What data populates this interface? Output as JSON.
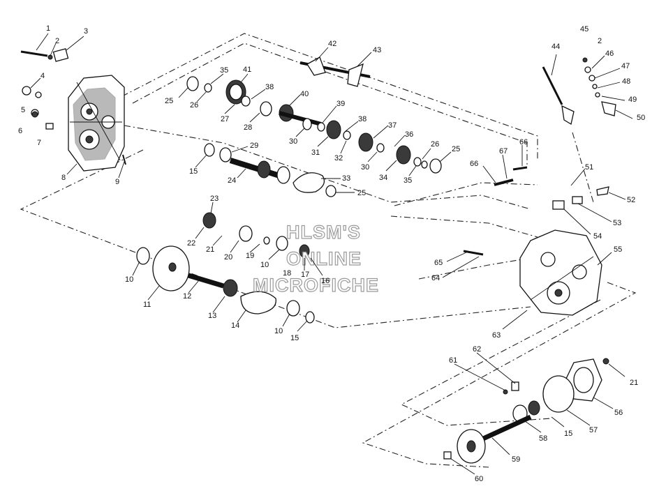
{
  "watermark": {
    "line1": "HLSM'S",
    "line2": "ONLINE",
    "line3": "MICROFICHE"
  },
  "callouts": [
    {
      "id": "c1",
      "text": "1"
    },
    {
      "id": "c2a",
      "text": "2"
    },
    {
      "id": "c3",
      "text": "3"
    },
    {
      "id": "c4",
      "text": "4"
    },
    {
      "id": "c5",
      "text": "5"
    },
    {
      "id": "c6",
      "text": "6"
    },
    {
      "id": "c7",
      "text": "7"
    },
    {
      "id": "c8",
      "text": "8"
    },
    {
      "id": "c9",
      "text": "9"
    },
    {
      "id": "c10a",
      "text": "10"
    },
    {
      "id": "c10b",
      "text": "10"
    },
    {
      "id": "c10c",
      "text": "10"
    },
    {
      "id": "c11",
      "text": "11"
    },
    {
      "id": "c12",
      "text": "12"
    },
    {
      "id": "c13",
      "text": "13"
    },
    {
      "id": "c14",
      "text": "14"
    },
    {
      "id": "c15a",
      "text": "15"
    },
    {
      "id": "c15b",
      "text": "15"
    },
    {
      "id": "c15c",
      "text": "15"
    },
    {
      "id": "c16",
      "text": "16"
    },
    {
      "id": "c17",
      "text": "17"
    },
    {
      "id": "c18",
      "text": "18"
    },
    {
      "id": "c19",
      "text": "19"
    },
    {
      "id": "c20",
      "text": "20"
    },
    {
      "id": "c21a",
      "text": "21"
    },
    {
      "id": "c21b",
      "text": "21"
    },
    {
      "id": "c22",
      "text": "22"
    },
    {
      "id": "c23",
      "text": "23"
    },
    {
      "id": "c24",
      "text": "24"
    },
    {
      "id": "c25a",
      "text": "25"
    },
    {
      "id": "c25b",
      "text": "25"
    },
    {
      "id": "c25c",
      "text": "25"
    },
    {
      "id": "c26a",
      "text": "26"
    },
    {
      "id": "c26b",
      "text": "26"
    },
    {
      "id": "c27",
      "text": "27"
    },
    {
      "id": "c28",
      "text": "28"
    },
    {
      "id": "c29",
      "text": "29"
    },
    {
      "id": "c30a",
      "text": "30"
    },
    {
      "id": "c30b",
      "text": "30"
    },
    {
      "id": "c31",
      "text": "31"
    },
    {
      "id": "c32",
      "text": "32"
    },
    {
      "id": "c33",
      "text": "33"
    },
    {
      "id": "c34",
      "text": "34"
    },
    {
      "id": "c35a",
      "text": "35"
    },
    {
      "id": "c35b",
      "text": "35"
    },
    {
      "id": "c36",
      "text": "36"
    },
    {
      "id": "c37",
      "text": "37"
    },
    {
      "id": "c38a",
      "text": "38"
    },
    {
      "id": "c38b",
      "text": "38"
    },
    {
      "id": "c39",
      "text": "39"
    },
    {
      "id": "c40",
      "text": "40"
    },
    {
      "id": "c41",
      "text": "41"
    },
    {
      "id": "c42",
      "text": "42"
    },
    {
      "id": "c43",
      "text": "43"
    },
    {
      "id": "c44",
      "text": "44"
    },
    {
      "id": "c45",
      "text": "45"
    },
    {
      "id": "c2b",
      "text": "2"
    },
    {
      "id": "c46",
      "text": "46"
    },
    {
      "id": "c47",
      "text": "47"
    },
    {
      "id": "c48",
      "text": "48"
    },
    {
      "id": "c49",
      "text": "49"
    },
    {
      "id": "c50",
      "text": "50"
    },
    {
      "id": "c51",
      "text": "51"
    },
    {
      "id": "c52",
      "text": "52"
    },
    {
      "id": "c53",
      "text": "53"
    },
    {
      "id": "c54",
      "text": "54"
    },
    {
      "id": "c55",
      "text": "55"
    },
    {
      "id": "c56",
      "text": "56"
    },
    {
      "id": "c57",
      "text": "57"
    },
    {
      "id": "c58",
      "text": "58"
    },
    {
      "id": "c59",
      "text": "59"
    },
    {
      "id": "c60",
      "text": "60"
    },
    {
      "id": "c61",
      "text": "61"
    },
    {
      "id": "c62",
      "text": "62"
    },
    {
      "id": "c63",
      "text": "63"
    },
    {
      "id": "c64",
      "text": "64"
    },
    {
      "id": "c65",
      "text": "65"
    },
    {
      "id": "c66a",
      "text": "66"
    },
    {
      "id": "c66b",
      "text": "66"
    },
    {
      "id": "c67",
      "text": "67"
    }
  ]
}
